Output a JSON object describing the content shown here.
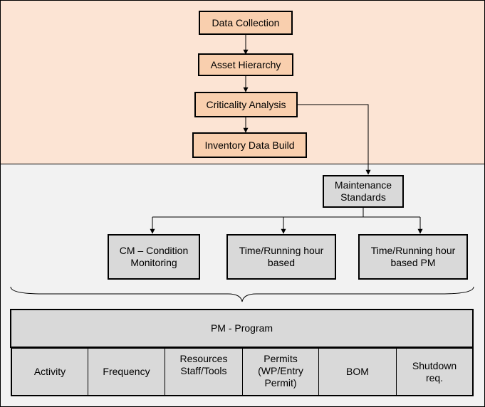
{
  "flow": {
    "data_collection": "Data Collection",
    "asset_hierarchy": "Asset Hierarchy",
    "criticality_analysis": "Criticality Analysis",
    "inventory_data_build": "Inventory Data Build"
  },
  "maintenance": {
    "standards_line1": "Maintenance",
    "standards_line2": "Standards",
    "cm_line1": "CM – Condition",
    "cm_line2": "Monitoring",
    "time_line1": "Time/Running hour",
    "time_line2": "based",
    "time_pm_line1": "Time/Running hour",
    "time_pm_line2": "based PM"
  },
  "pm_program": {
    "title": "PM - Program",
    "activity": "Activity",
    "frequency": "Frequency",
    "resources_line1": "Resources",
    "resources_line2": "Staff/Tools",
    "permits_line1": "Permits",
    "permits_line2": "(WP/Entry",
    "permits_line3": "Permit)",
    "bom": "BOM",
    "shutdown_line1": "Shutdown",
    "shutdown_line2": "req."
  },
  "colors": {
    "top_region": "#fce4d4",
    "bottom_region": "#f2f2f2",
    "peach_box": "#f9cfae",
    "grey_box": "#d9d9d9"
  }
}
